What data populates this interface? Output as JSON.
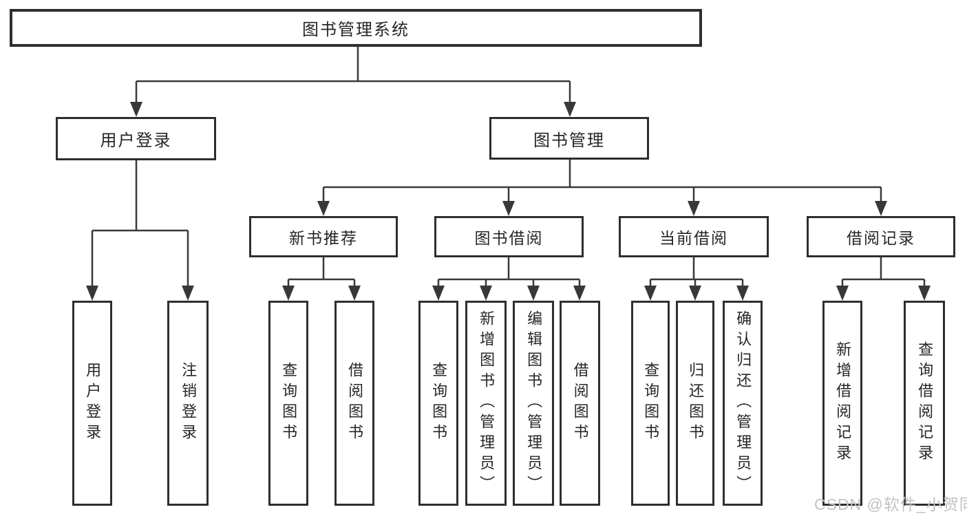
{
  "root": "图书管理系统",
  "level2": {
    "user_login": "用户登录",
    "book_mgmt": "图书管理"
  },
  "level3": {
    "new_books": "新书推荐",
    "borrow": "图书借阅",
    "current": "当前借阅",
    "records": "借阅记录"
  },
  "leaves": {
    "user_login": [
      "用户登录",
      "注销登录"
    ],
    "new_books": [
      "查询图书",
      "借阅图书"
    ],
    "borrow": [
      "查询图书",
      "新增图书（管理员）",
      "编辑图书（管理员）",
      "借阅图书"
    ],
    "current": [
      "查询图书",
      "归还图书",
      "确认归还（管理员）"
    ],
    "records": [
      "新增借阅记录",
      "查询借阅记录"
    ]
  },
  "watermark": "CSDN @软件_小贺同学",
  "colors": {
    "line_color": "#383838",
    "border_color": "#2e2e2e",
    "text_color": "#262626",
    "watermark_color": "#c2c2c2",
    "bg_color": "#ffffff"
  }
}
